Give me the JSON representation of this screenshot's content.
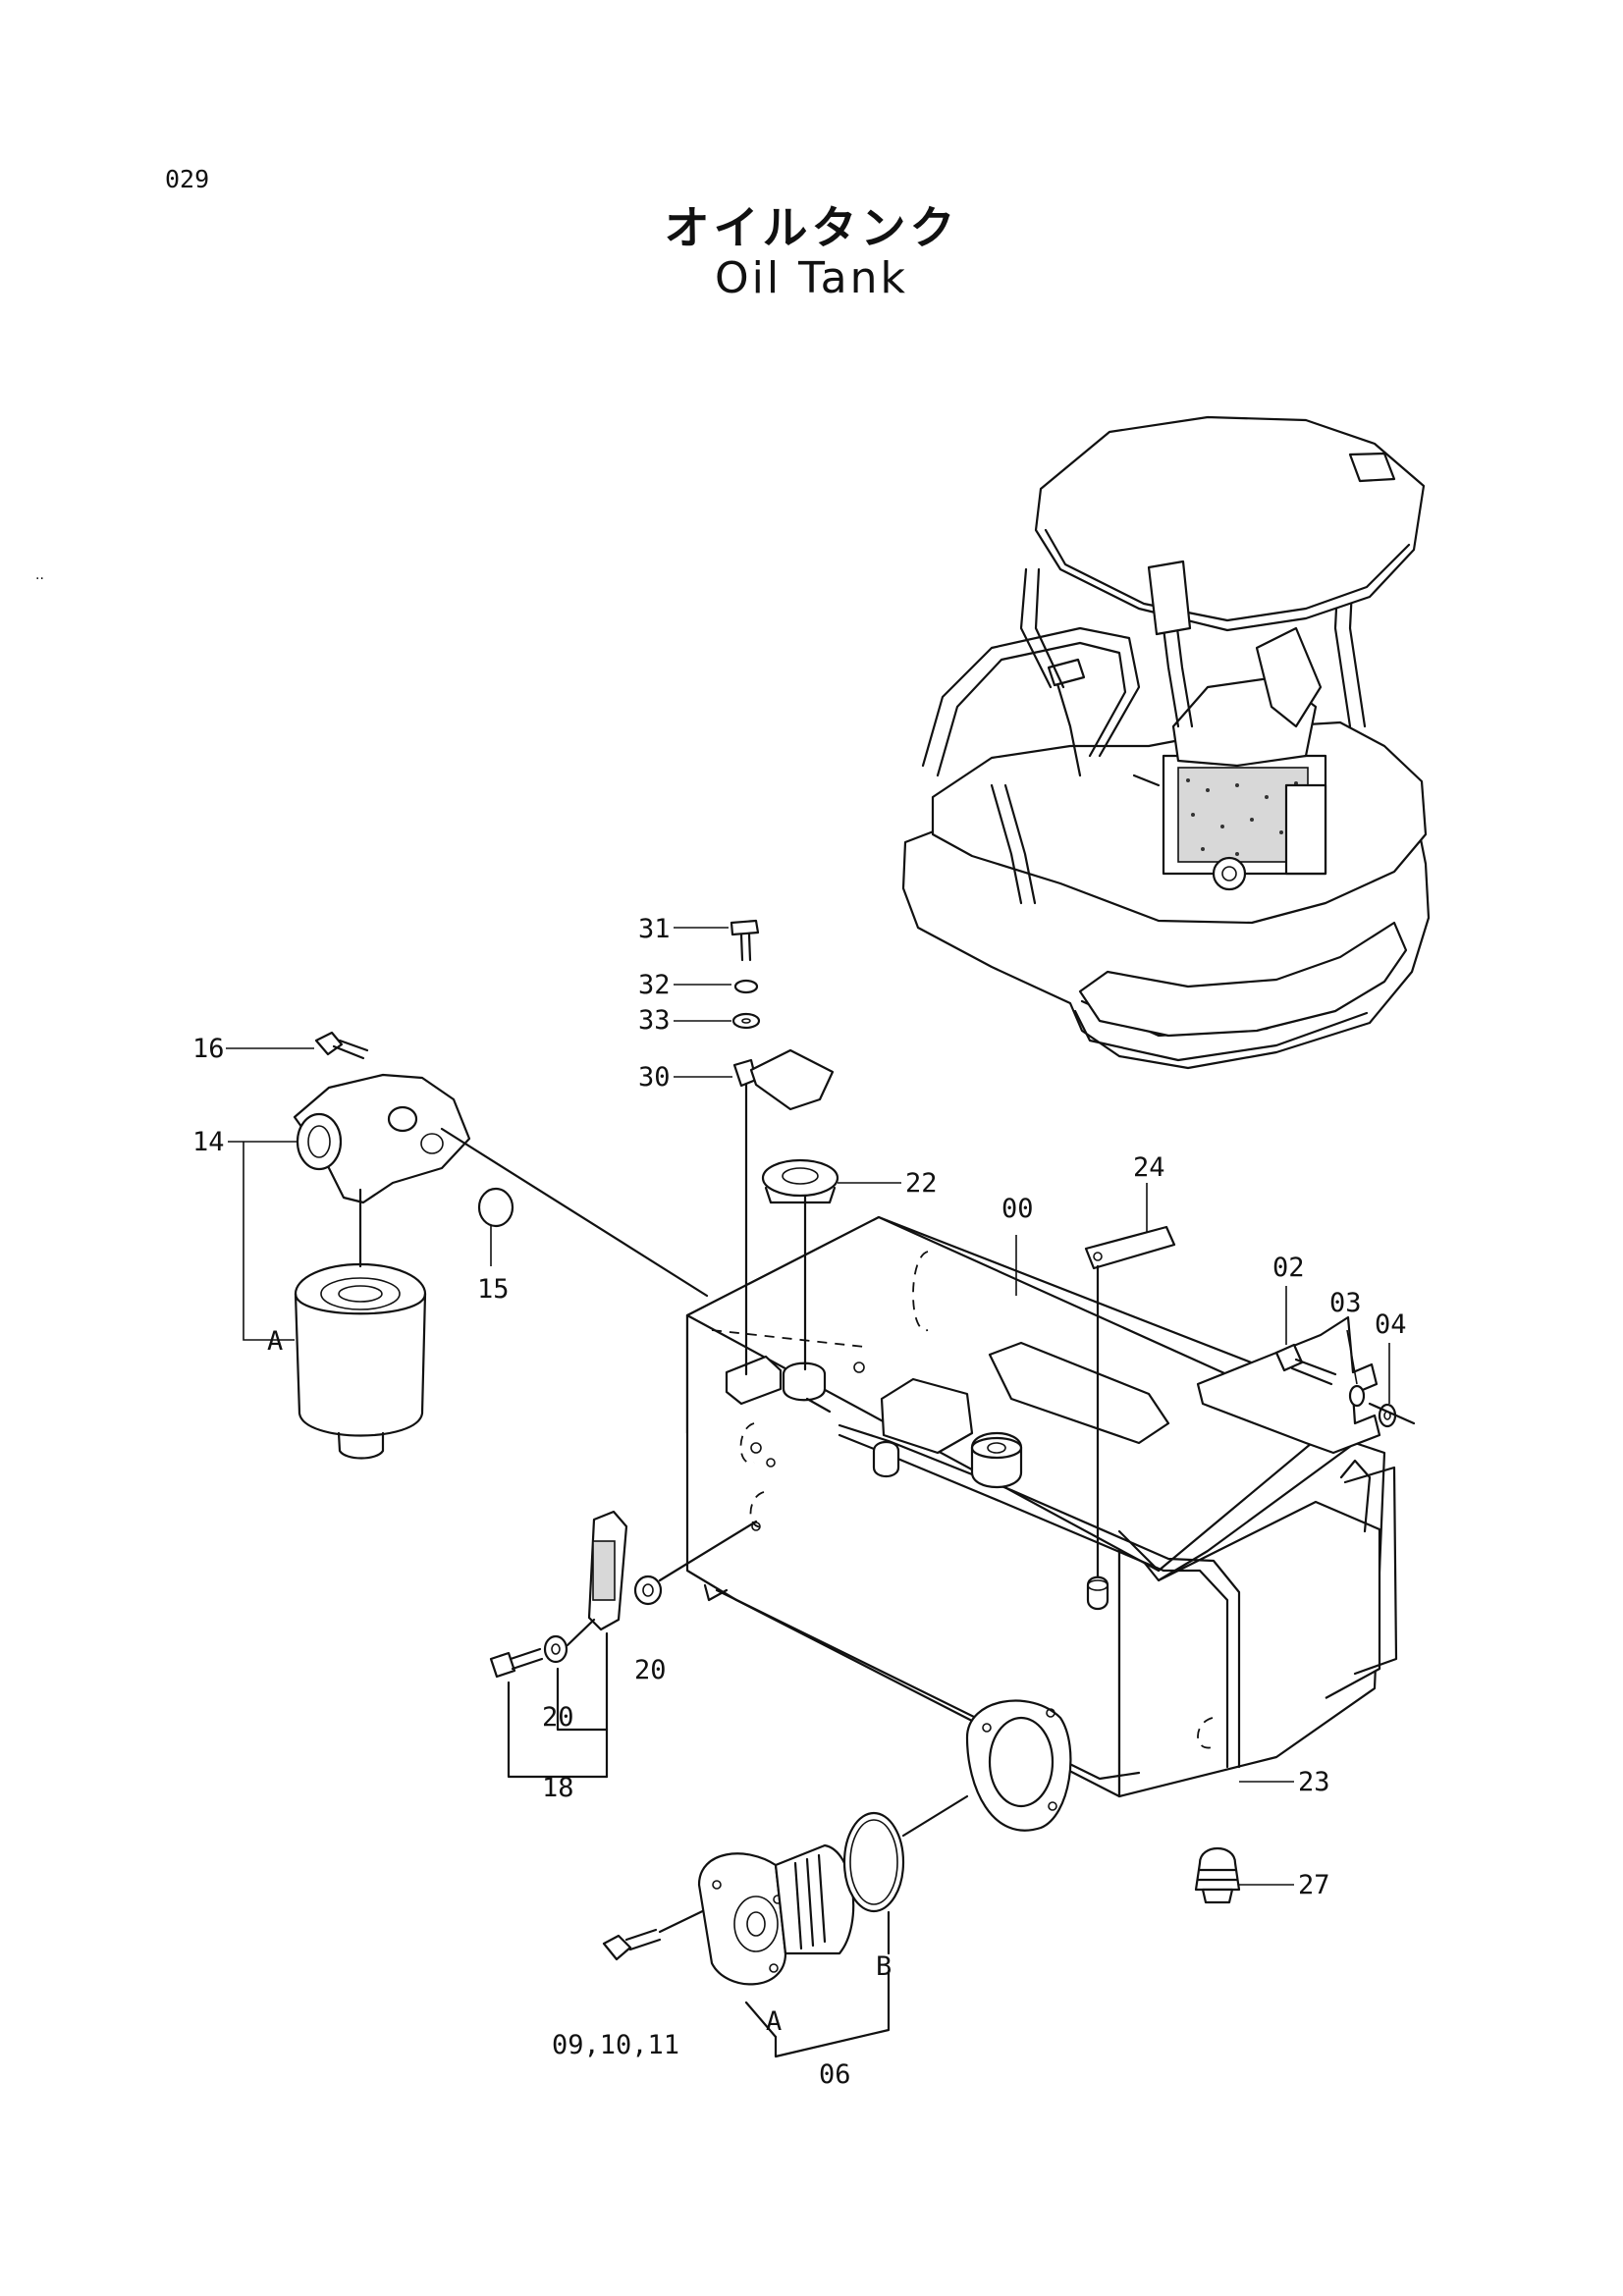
{
  "page_number": "029",
  "title_ja": "オイルタンク",
  "title_en": "Oil Tank",
  "margin_mark": "..",
  "callouts": {
    "c31": "31",
    "c32": "32",
    "c33": "33",
    "c30": "30",
    "c16": "16",
    "c14": "14",
    "c15": "15",
    "cA_top": "A",
    "c22": "22",
    "c24": "24",
    "c00": "00",
    "c02": "02",
    "c03": "03",
    "c04": "04",
    "c20a": "20",
    "c20b": "20",
    "c18": "18",
    "c23": "23",
    "c27": "27",
    "c091011": "09,10,11",
    "cA_bottom": "A",
    "cB": "B",
    "c06": "06"
  },
  "icons": [
    "excavator-overview",
    "oil-tank",
    "return-filter",
    "suction-strainer",
    "level-gauge",
    "breather-cap"
  ]
}
